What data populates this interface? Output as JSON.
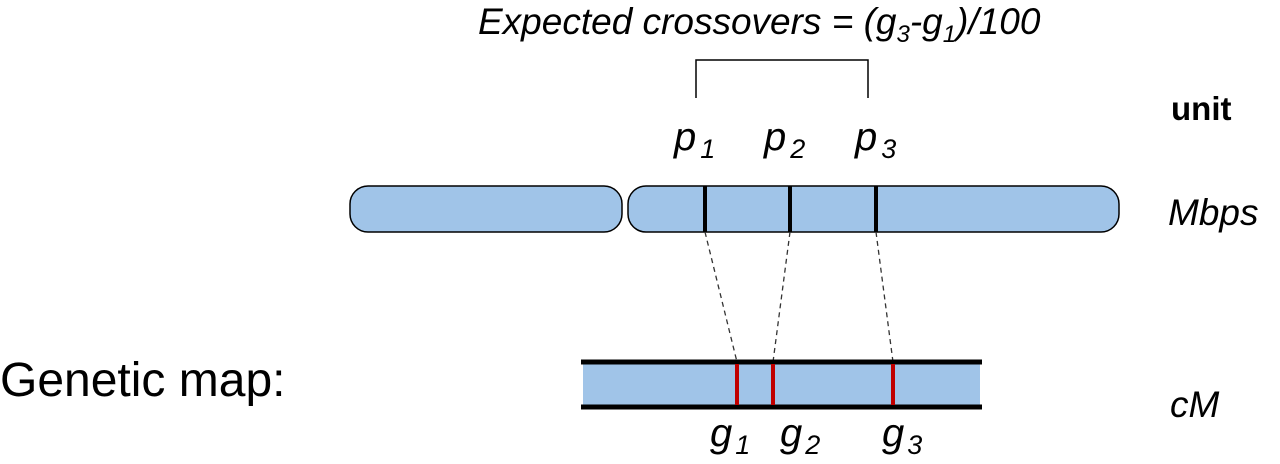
{
  "formula": {
    "prefix": "Expected crossovers = (g",
    "sub1": "3",
    "mid": "-g",
    "sub2": "1",
    "suffix": ")/100"
  },
  "unit_header": "unit",
  "physical_positions": [
    {
      "base": "p",
      "sub": "1"
    },
    {
      "base": "p",
      "sub": "2"
    },
    {
      "base": "p",
      "sub": "3"
    }
  ],
  "physical_unit": "Mbps",
  "genetic_label": "Genetic map:",
  "genetic_positions": [
    {
      "base": "g",
      "sub": "1"
    },
    {
      "base": "g",
      "sub": "2"
    },
    {
      "base": "g",
      "sub": "3"
    }
  ],
  "genetic_unit": "cM",
  "colors": {
    "chromosome_fill": "#a0c4e8",
    "outline": "#000000",
    "physical_marker": "#000000",
    "genetic_marker": "#c00000",
    "connector": "#333333"
  }
}
